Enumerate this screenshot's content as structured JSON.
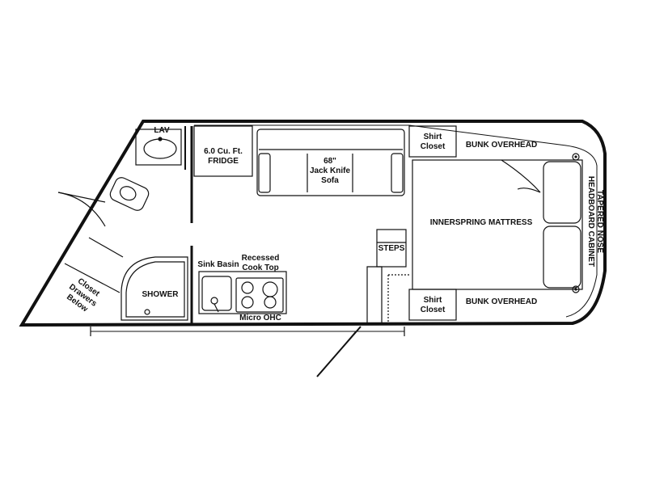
{
  "floorplan": {
    "rooms": {
      "lav": "LAV",
      "fridge": "6.0 Cu. Ft.\nFRIDGE",
      "sofa": "68\"\nJack Knife\nSofa",
      "shirt_closet_top": "Shirt\nCloset",
      "bunk_overhead_top": "BUNK OVERHEAD",
      "mattress": "INNERSPRING MATTRESS",
      "steps": "STEPS",
      "shirt_closet_bottom": "Shirt\nCloset",
      "bunk_overhead_bottom": "BUNK OVERHEAD",
      "headboard": "TAPERED NOSE\nHEADBOARD CABINET",
      "sink_basin": "Sink Basin",
      "cook_top": "Recessed\nCook Top",
      "micro": "Micro OHC",
      "shower": "SHOWER",
      "closet": "Closet\nDrawers\nBelow"
    }
  }
}
